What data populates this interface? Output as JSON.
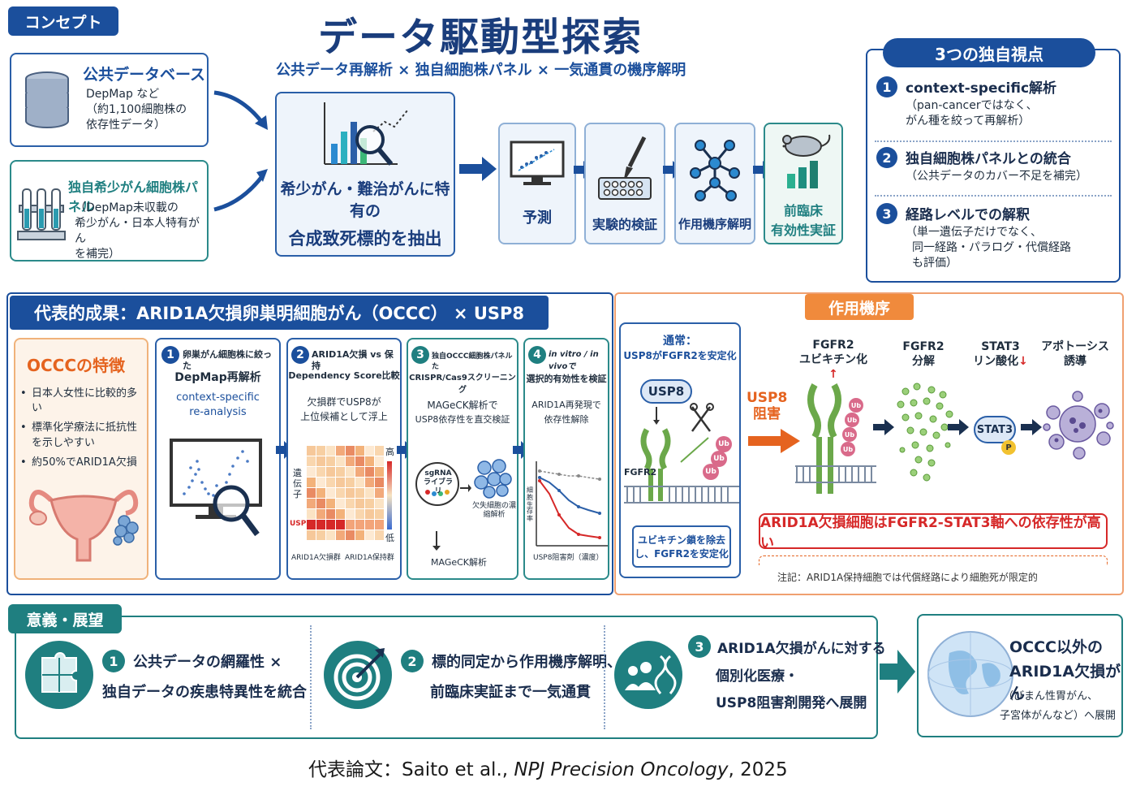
{
  "concept": {
    "tag": "コンセプト",
    "title": "データ駆動型探索",
    "subtitle": "公共データ再解析 × 独自細胞株パネル × 一気通貫の機序解明",
    "public_db": {
      "title": "公共データベース",
      "lines": [
        "DepMap など",
        "（約1,100細胞株の",
        "依存性データ）"
      ]
    },
    "own_panel": {
      "title": "独自希少がん細胞株パネル",
      "lines": [
        "（DepMap未収載の",
        "希少がん・日本人特有がん",
        "を補完）"
      ]
    },
    "extract": {
      "line1": "希少がん・難治がんに特有の",
      "line2": "合成致死標的を抽出"
    },
    "steps": [
      {
        "label1": "予測",
        "label2": ""
      },
      {
        "label1": "実験的検証",
        "label2": ""
      },
      {
        "label1": "作用機序解明",
        "label2": ""
      },
      {
        "label1": "前臨床",
        "label2": "有効性実証"
      }
    ]
  },
  "viewpoints": {
    "tag": "3つの独自視点",
    "items": [
      {
        "num": "1",
        "title": "context-specific解析",
        "desc": [
          "（pan-cancerではなく、",
          "がん種を絞って再解析）"
        ]
      },
      {
        "num": "2",
        "title": "独自細胞株パネルとの統合",
        "desc": [
          "（公共データのカバー不足を補完）"
        ]
      },
      {
        "num": "3",
        "title": "経路レベルでの解釈",
        "desc": [
          "（単一遺伝子だけでなく、",
          "同一経路・パラログ・代償経路",
          "も評価）"
        ]
      }
    ]
  },
  "results": {
    "tag": "代表的成果：ARID1A欠損卵巣明細胞がん（OCCC） × USP8",
    "occc": {
      "title": "OCCCの特徴",
      "bullets": [
        "日本人女性に比較的多い",
        "標準化学療法に抵抗性を示しやすい",
        "約50%でARID1A欠損"
      ]
    },
    "steps": [
      {
        "num": "1",
        "title1": "卵巣がん細胞株に絞った",
        "title2": "DepMap再解析",
        "note1": "context-specific",
        "note2": "re-analysis"
      },
      {
        "num": "2",
        "title1": "ARID1A欠損 vs 保持",
        "title2": "Dependency Score比較",
        "note1": "欠損群でUSP8が",
        "note2": "上位候補として浮上",
        "heat_high": "高",
        "heat_low": "低",
        "heat_gene": "遺伝子",
        "heat_usp8": "USP8",
        "x1": "ARID1A欠損群",
        "x2": "ARID1A保持群"
      },
      {
        "num": "3",
        "title1": "独自OCCC細胞株パネルた",
        "title2": "CRISPR/Cas9スクリーニング",
        "note1": "MAGeCK解析で",
        "note2": "USP8依存性を直交検証",
        "lib": "sgRNAライブラリ",
        "enrich": "欠失細胞の濃縮解析",
        "mageck": "MAGeCK解析"
      },
      {
        "num": "4",
        "title1": "in vitro / in vivoで",
        "title2": "選択的有効性を検証",
        "note1": "ARID1A再発現で",
        "note2": "依存性解除",
        "ylabel": "細胞生存率",
        "xlabel": "USP8阻害剤（濃度）"
      }
    ]
  },
  "mechanism": {
    "tag": "作用機序",
    "normal_title1": "通常：",
    "normal_title2": "USP8がFGFR2を安定化",
    "usp8": "USP8",
    "fgfr2": "FGFR2",
    "ub": "Ub",
    "normal_desc1": "ユビキチン鎖を除去",
    "normal_desc2": "し、FGFR2を安定化",
    "inhibit1": "USP8",
    "inhibit2": "阻害",
    "cols": [
      {
        "l1": "FGFR2",
        "l2": "ユビキチン化",
        "arrow": "↑"
      },
      {
        "l1": "FGFR2",
        "l2": "分解",
        "arrow": ""
      },
      {
        "l1": "STAT3",
        "l2": "リン酸化",
        "arrow": "↓"
      },
      {
        "l1": "アポトーシス",
        "l2": "誘導",
        "arrow": ""
      }
    ],
    "stat3": "STAT3",
    "p": "P",
    "conclusion": "ARID1A欠損細胞はFGFR2-STAT3軸への依存性が高い",
    "note": "注記：ARID1A保持細胞では代償経路により細胞死が限定的"
  },
  "significance": {
    "tag": "意義・展望",
    "items": [
      {
        "num": "1",
        "l1": "公共データの網羅性 ×",
        "l2": "独自データの疾患特異性を統合",
        "l3": ""
      },
      {
        "num": "2",
        "l1": "標的同定から作用機序解明、",
        "l2": "前臨床実証まで一気通貫",
        "l3": ""
      },
      {
        "num": "3",
        "l1": "ARID1A欠損がんに対する",
        "l2": "個別化医療・",
        "l3": "USP8阻害剤開発へ展開"
      }
    ],
    "future": {
      "l1": "OCCC以外の",
      "l2": "ARID1A欠損がん",
      "l3": "（びまん性胃がん、",
      "l4": "子宮体がんなど）へ展開"
    }
  },
  "citation": {
    "prefix": "代表論文：Saito et al., ",
    "journal": "NPJ Precision Oncology",
    "suffix": ", 2025"
  },
  "colors": {
    "navy": "#1b4f9c",
    "teal": "#1f7f80",
    "orange": "#e5631f",
    "red": "#d62828"
  }
}
